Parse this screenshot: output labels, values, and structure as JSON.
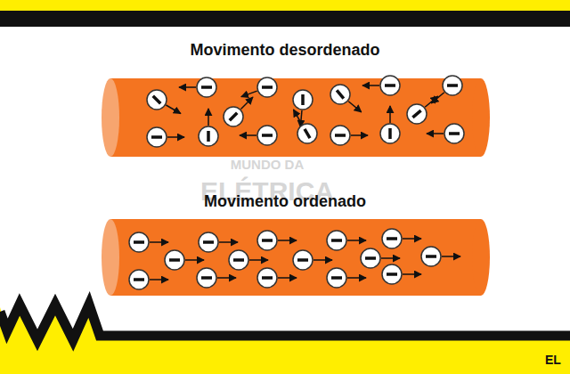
{
  "diagram": {
    "labels": [
      "Movimento desordenado",
      "MUNDO DA",
      "ELÉTRICA",
      "Movimento ordenado",
      "EL"
    ]
  }
}
